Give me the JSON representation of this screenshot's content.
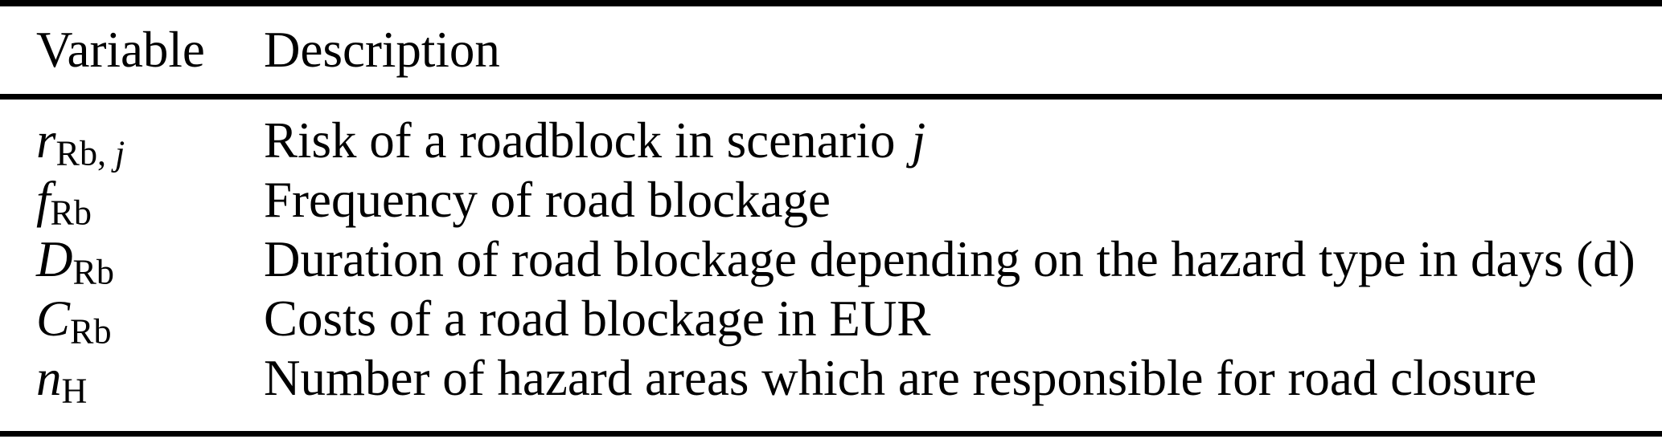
{
  "colors": {
    "background": "#ffffff",
    "text": "#000000",
    "rule": "#000000"
  },
  "table": {
    "header": {
      "variable": "Variable",
      "description": "Description"
    },
    "rows": [
      {
        "variable": {
          "base": "r",
          "sub_roman": "Rb, ",
          "sub_italic": "j"
        },
        "description": "Risk of a roadblock in scenario",
        "description_math": "j"
      },
      {
        "variable": {
          "base": "f",
          "sub_roman": "Rb",
          "sub_italic": ""
        },
        "description": "Frequency of road blockage",
        "description_math": ""
      },
      {
        "variable": {
          "base": "D",
          "sub_roman": "Rb",
          "sub_italic": ""
        },
        "description": "Duration of road blockage depending on the hazard type in days (d)",
        "description_math": ""
      },
      {
        "variable": {
          "base": "C",
          "sub_roman": "Rb",
          "sub_italic": ""
        },
        "description": "Costs of a road blockage in EUR",
        "description_math": ""
      },
      {
        "variable": {
          "base": "n",
          "sub_roman": "H",
          "sub_italic": ""
        },
        "description": "Number of hazard areas which are responsible for road closure",
        "description_math": ""
      }
    ]
  }
}
